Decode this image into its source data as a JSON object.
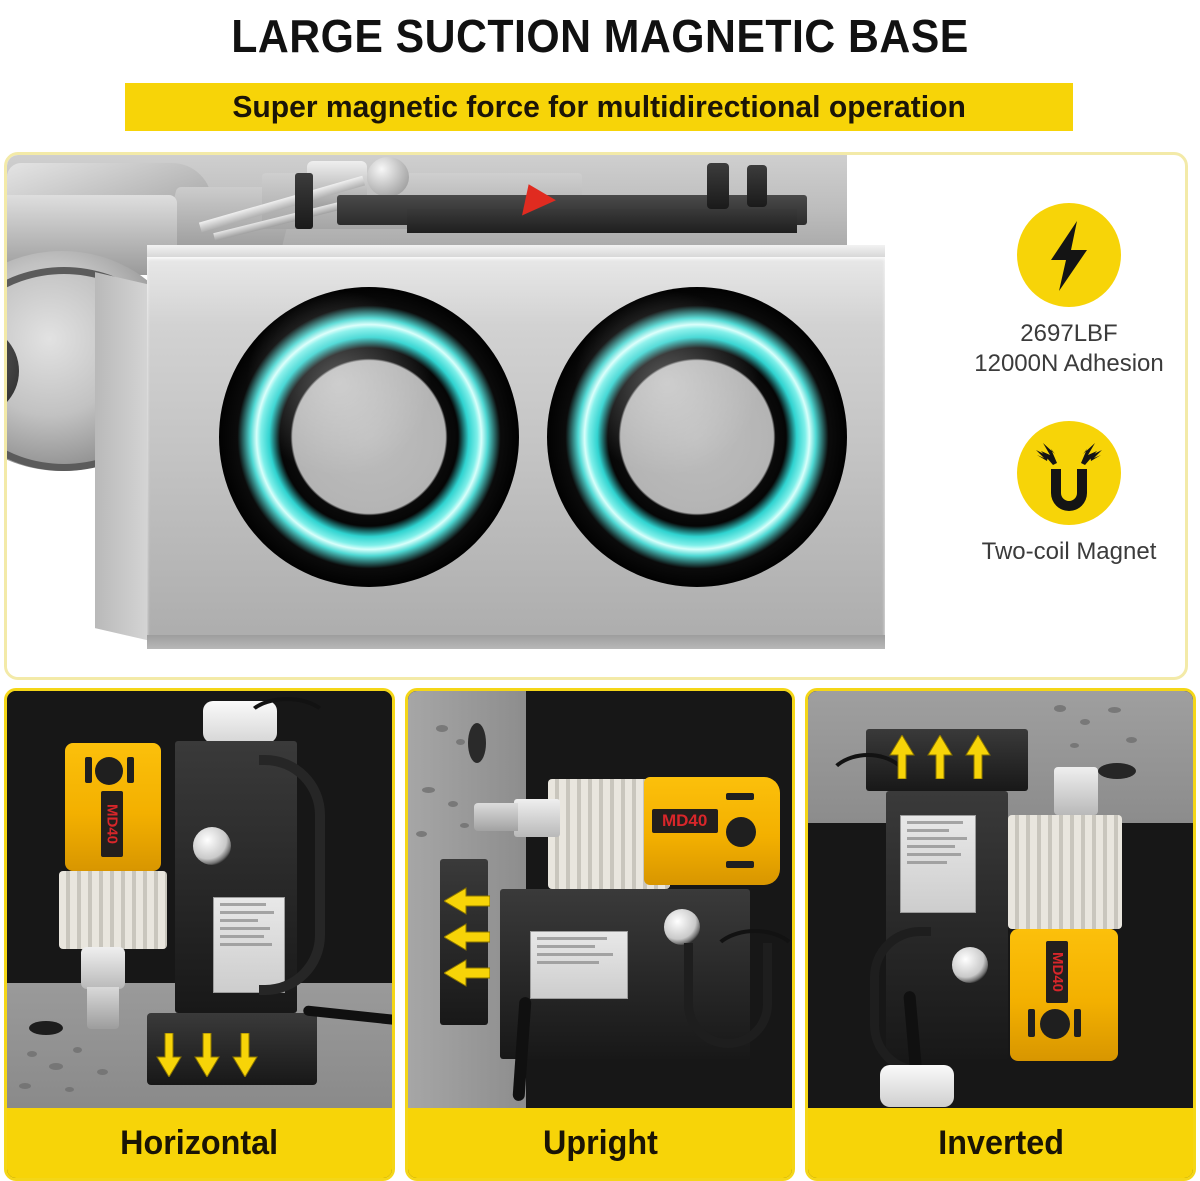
{
  "header": {
    "title": "LARGE SUCTION MAGNETIC BASE",
    "subtitle": "Super magnetic force for multidirectional operation",
    "banner_color": "#F7D408",
    "title_color": "#111111"
  },
  "hero": {
    "panel_border_color": "#F3EAA8",
    "magnet_body_color": "#C2C2C2",
    "coil_glow_color": "#7DEFE9",
    "coil_ring_color": "#000000",
    "coil_count": 2
  },
  "features": [
    {
      "icon": "lightning-bolt-icon",
      "badge_color": "#F7D408",
      "line1": "2697LBF",
      "line2": "12000N Adhesion"
    },
    {
      "icon": "horseshoe-magnet-icon",
      "badge_color": "#F7D408",
      "line1": "Two-coil Magnet",
      "line2": ""
    }
  ],
  "modes": [
    {
      "caption": "Horizontal",
      "arrow_direction": "down",
      "arrow_count": 3,
      "arrow_color": "#F7D408",
      "drill_model_text": "MD40"
    },
    {
      "caption": "Upright",
      "arrow_direction": "left",
      "arrow_count": 3,
      "arrow_color": "#F7D408",
      "drill_model_text": "MD40"
    },
    {
      "caption": "Inverted",
      "arrow_direction": "up",
      "arrow_count": 3,
      "arrow_color": "#F7D408",
      "drill_model_text": "MD40"
    }
  ],
  "colors": {
    "yellow": "#F7D408",
    "drill_yellow": "#FCC00B",
    "dark_bg": "#171717",
    "surface_gray": "#9A9A9A",
    "teal_glow": "#7DEFE9"
  }
}
